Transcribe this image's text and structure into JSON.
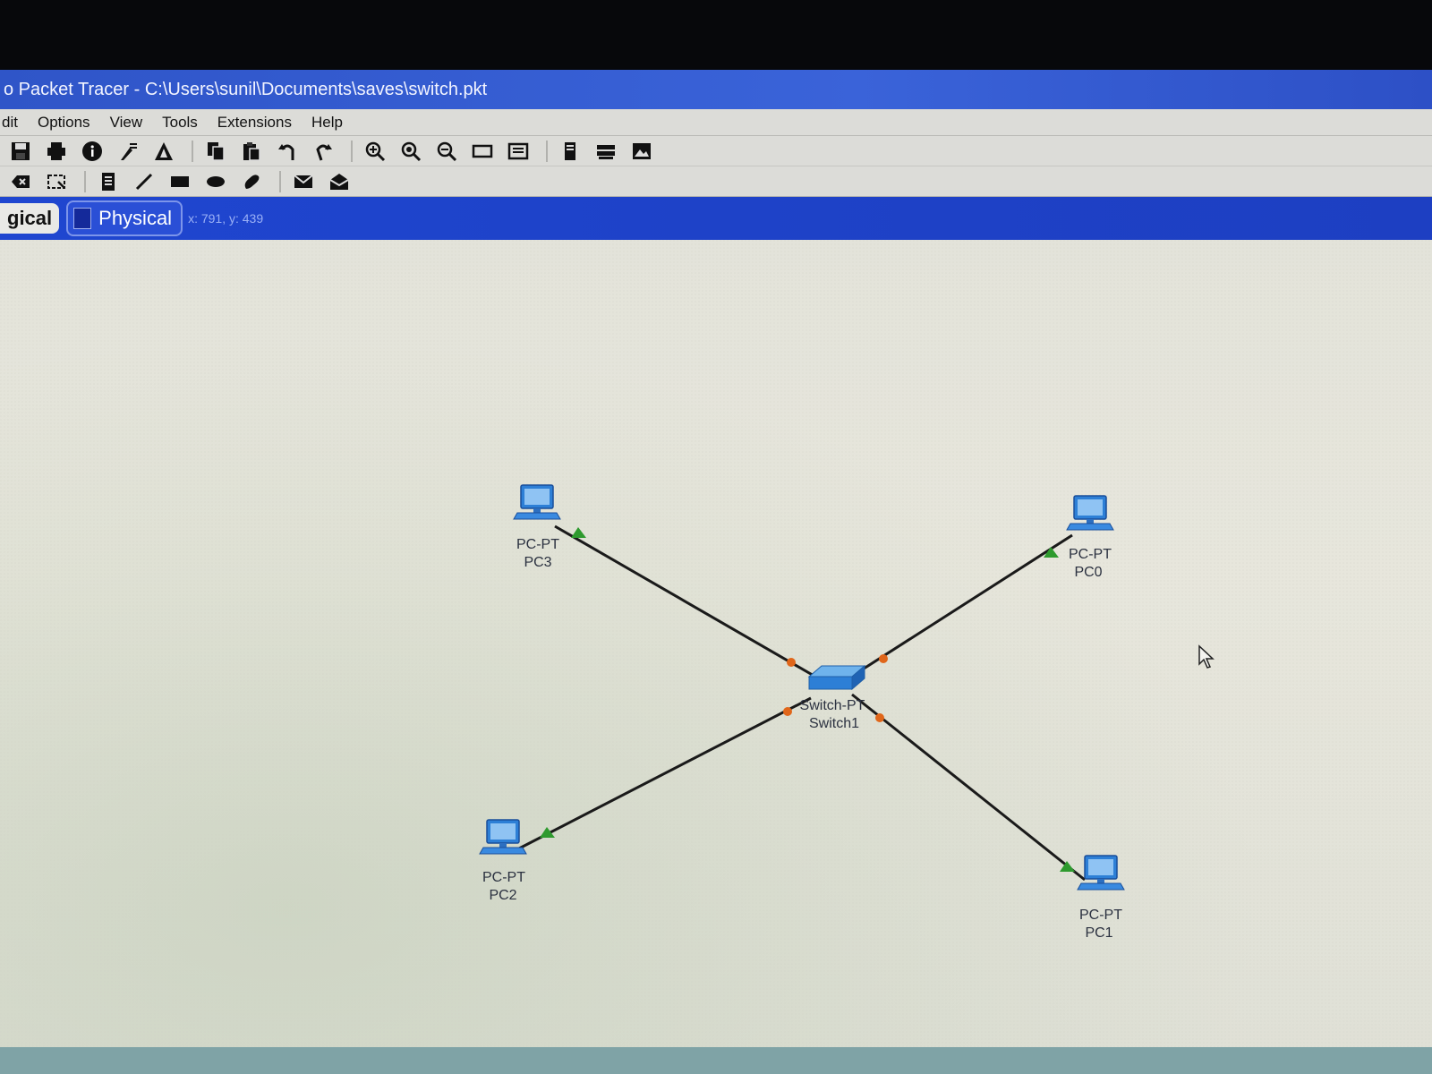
{
  "window": {
    "title": "o Packet Tracer - C:\\Users\\sunil\\Documents\\saves\\switch.pkt"
  },
  "menu": {
    "items": [
      "dit",
      "Options",
      "View",
      "Tools",
      "Extensions",
      "Help"
    ]
  },
  "toolbar1": {
    "icons": [
      "save-icon",
      "print-icon",
      "info-icon",
      "wizard-icon",
      "activity-icon",
      "copy-icon",
      "paste-icon",
      "undo-icon",
      "redo-icon",
      "zoom-in-icon",
      "zoom-reset-icon",
      "zoom-out-icon",
      "rectangle-view-icon",
      "palette-icon",
      "device-list-icon",
      "cluster-icon",
      "background-icon"
    ]
  },
  "toolbar2": {
    "icons": [
      "delete-icon",
      "resize-icon",
      "note-icon",
      "line-icon",
      "rectangle-icon",
      "ellipse-icon",
      "freeform-icon",
      "simple-pdu-icon",
      "complex-pdu-icon"
    ]
  },
  "mode": {
    "logical_label": "gical",
    "physical_label": "Physical",
    "coords": "x: 791, y: 439"
  },
  "topology": {
    "devices": [
      {
        "id": "PC3",
        "type": "PC-PT",
        "name": "PC3"
      },
      {
        "id": "PC0",
        "type": "PC-PT",
        "name": "PC0"
      },
      {
        "id": "PC2",
        "type": "PC-PT",
        "name": "PC2"
      },
      {
        "id": "PC1",
        "type": "PC-PT",
        "name": "PC1"
      },
      {
        "id": "Switch1",
        "type": "Switch-PT",
        "name": "Switch1"
      }
    ],
    "links": [
      {
        "from": "PC3",
        "to": "Switch1"
      },
      {
        "from": "PC0",
        "to": "Switch1"
      },
      {
        "from": "PC2",
        "to": "Switch1"
      },
      {
        "from": "PC1",
        "to": "Switch1"
      }
    ],
    "colors": {
      "link": "#1a1a1a",
      "pc_end": "#2e9a2e",
      "switch_end": "#e0661a",
      "device": "#2d7fd6"
    }
  }
}
